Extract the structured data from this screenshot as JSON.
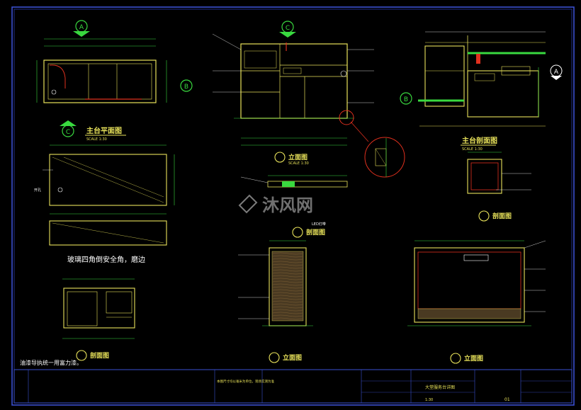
{
  "views": {
    "plan_title": "主台平面图",
    "plan_scale": "SCALE 1:30",
    "elev_a_title": "立面图",
    "elev_a_scale": "SCALE 1:30",
    "section_title": "主台剖面图",
    "section_scale": "SCALE 1:30",
    "detail_title": "剖面图",
    "elev_b_title": "立面图",
    "elev_c_title": "立面图"
  },
  "markers": {
    "a": "A",
    "b": "B",
    "c": "C"
  },
  "notes": {
    "glass_corner": "玻璃四角倒安全角，磨边",
    "material_note": "油漆导执统一用富力漆。",
    "open_label": "开孔",
    "led_label": "LED灯带",
    "watermark": "沐风网"
  },
  "title_block": {
    "drawing_name": "大堂服务台详图",
    "scale": "1:30",
    "sheet_no": "01",
    "note": "本图尺寸均以毫米为单位，现场实测为准"
  },
  "colors": {
    "background": "#000000",
    "frame": "#3a4fd0",
    "outline": "#e8e25a",
    "dimension": "#39d93f",
    "leader": "#ffffff",
    "red": "#e0301e",
    "marker": "#39d93f"
  }
}
